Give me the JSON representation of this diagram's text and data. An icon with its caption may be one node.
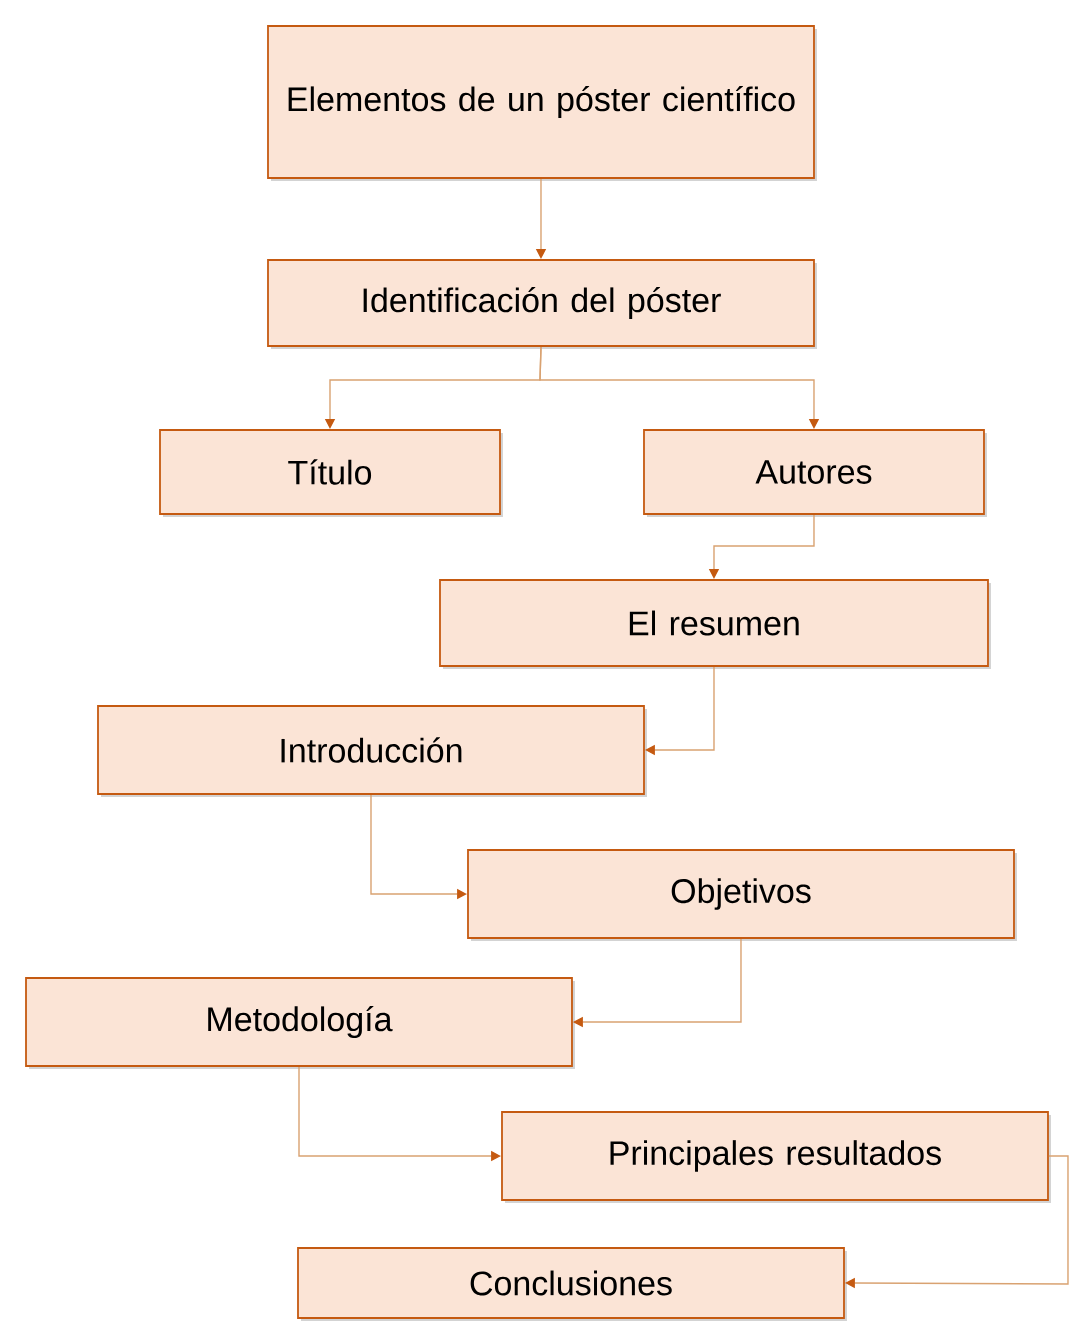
{
  "diagram": {
    "nodes": [
      {
        "text": [
          "Elementos de un póster científico"
        ]
      },
      {
        "text": [
          "Identificación del póster"
        ]
      },
      {
        "text": [
          "Título"
        ]
      },
      {
        "text": [
          "Autores"
        ]
      },
      {
        "text": [
          "El resumen"
        ]
      },
      {
        "text": [
          "Introducción"
        ]
      },
      {
        "text": [
          "Objetivos"
        ]
      },
      {
        "text": [
          "Metodología"
        ]
      },
      {
        "text": [
          "Principales resultados"
        ]
      },
      {
        "text": [
          "Conclusiones"
        ]
      }
    ],
    "edges": [
      {
        "from": 0,
        "to": 1,
        "arrow": "to"
      },
      {
        "from": 1,
        "to": 2,
        "arrow": "to"
      },
      {
        "from": 1,
        "to": 3,
        "arrow": "to"
      },
      {
        "from": 3,
        "to": 4,
        "arrow": "to"
      },
      {
        "from": 4,
        "to": 5,
        "arrow": "to"
      },
      {
        "from": 5,
        "to": 6,
        "arrow": "to"
      },
      {
        "from": 6,
        "to": 7,
        "arrow": "to"
      },
      {
        "from": 7,
        "to": 8,
        "arrow": "to"
      },
      {
        "from": 8,
        "to": 9,
        "arrow": "to"
      }
    ]
  }
}
